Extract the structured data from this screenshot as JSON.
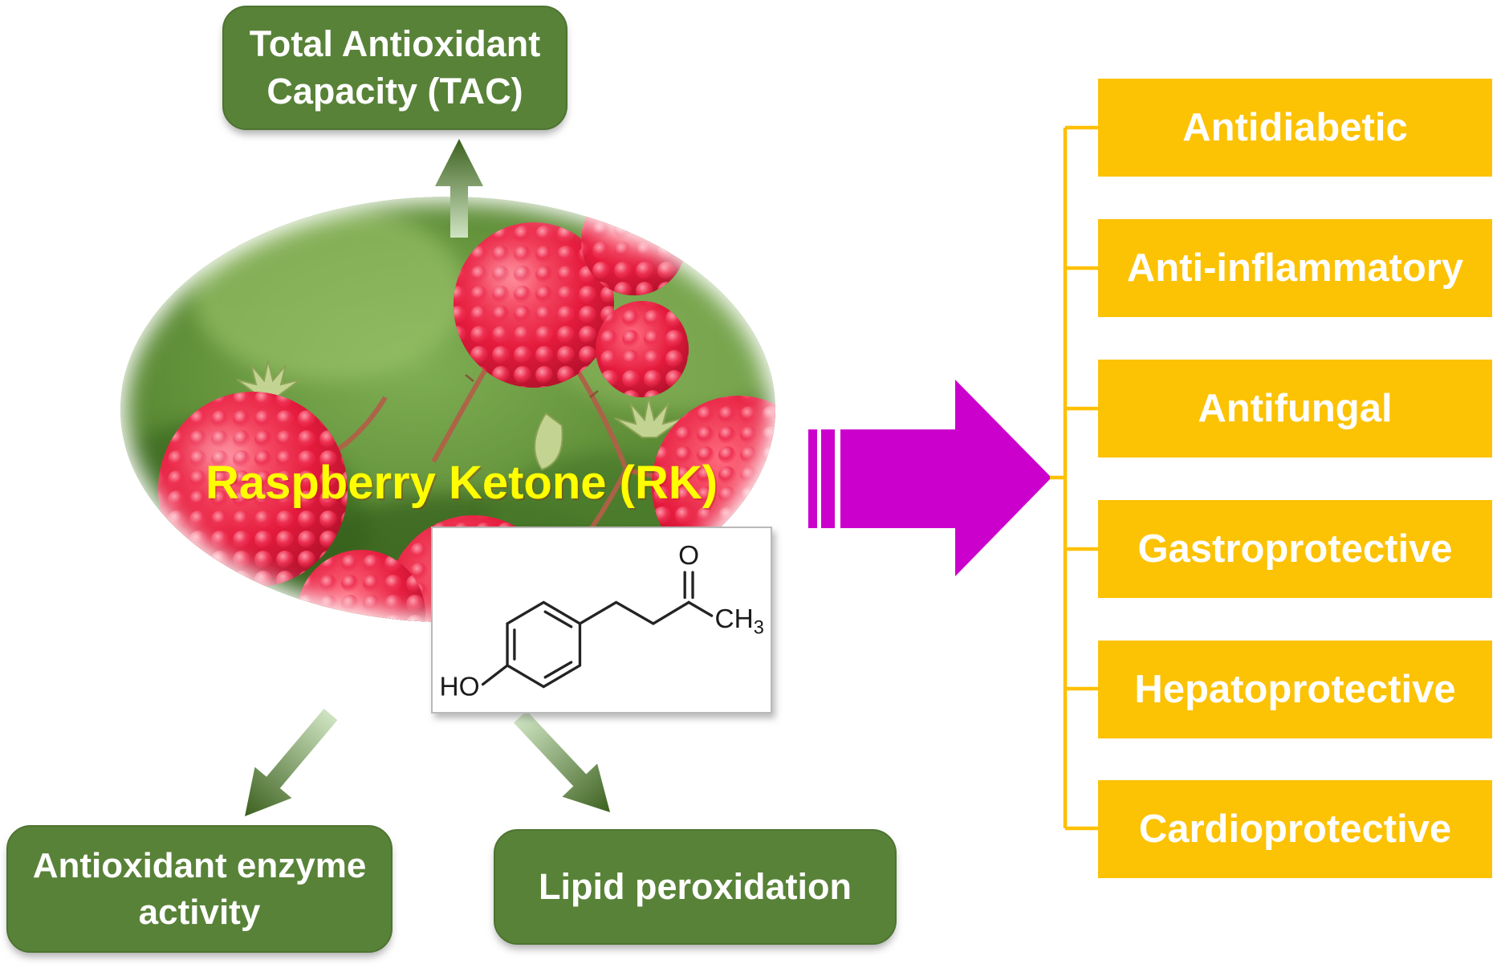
{
  "center": {
    "label": "Raspberry Ketone (RK)",
    "image_description": "Oval photograph of ripe red raspberries on the plant"
  },
  "molecule": {
    "ho_label": "HO",
    "o_label": "O",
    "ch_label": "CH",
    "ch_subscript": "3"
  },
  "outcome_boxes": {
    "top": "Total Antioxidant Capacity (TAC)",
    "bottom_left": "Antioxidant enzyme activity",
    "bottom_center": "Lipid peroxidation"
  },
  "effects": [
    "Antidiabetic",
    "Anti-inflammatory",
    "Antifungal",
    "Gastroprotective",
    "Hepatoprotective",
    "Cardioprotective"
  ],
  "colors": {
    "green_box": "#588238",
    "gold_box": "#FCC204",
    "gold_line": "#FFC000",
    "magenta_arrow": "#CC00CC",
    "label_yellow": "#FFFF00",
    "arrow_green_dark": "#3C611F",
    "arrow_green_light": "#CFE4C2"
  }
}
